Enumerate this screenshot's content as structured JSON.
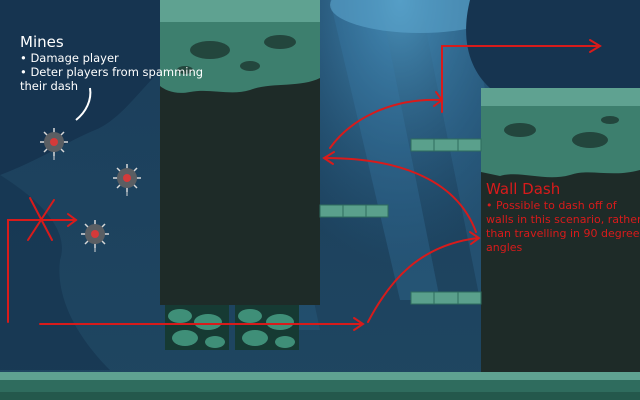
{
  "annotations": {
    "mines": {
      "title": "Mines",
      "bullets": [
        "• Damage player",
        "• Deter players from spamming their dash"
      ]
    },
    "wall_dash": {
      "title": "Wall Dash",
      "bullets": [
        "• Possible to dash off of walls in this scenario, rather than travelling in 90 degree angles"
      ]
    }
  },
  "colors": {
    "background": "#1d3f5a",
    "annotation_red": "#d81b1b",
    "annotation_white": "#ffffff",
    "rock_dark": "#1e2b28",
    "grass_teal": "#3d7f6e"
  },
  "game_objects": {
    "mines": 3,
    "floating_platforms": 3
  }
}
